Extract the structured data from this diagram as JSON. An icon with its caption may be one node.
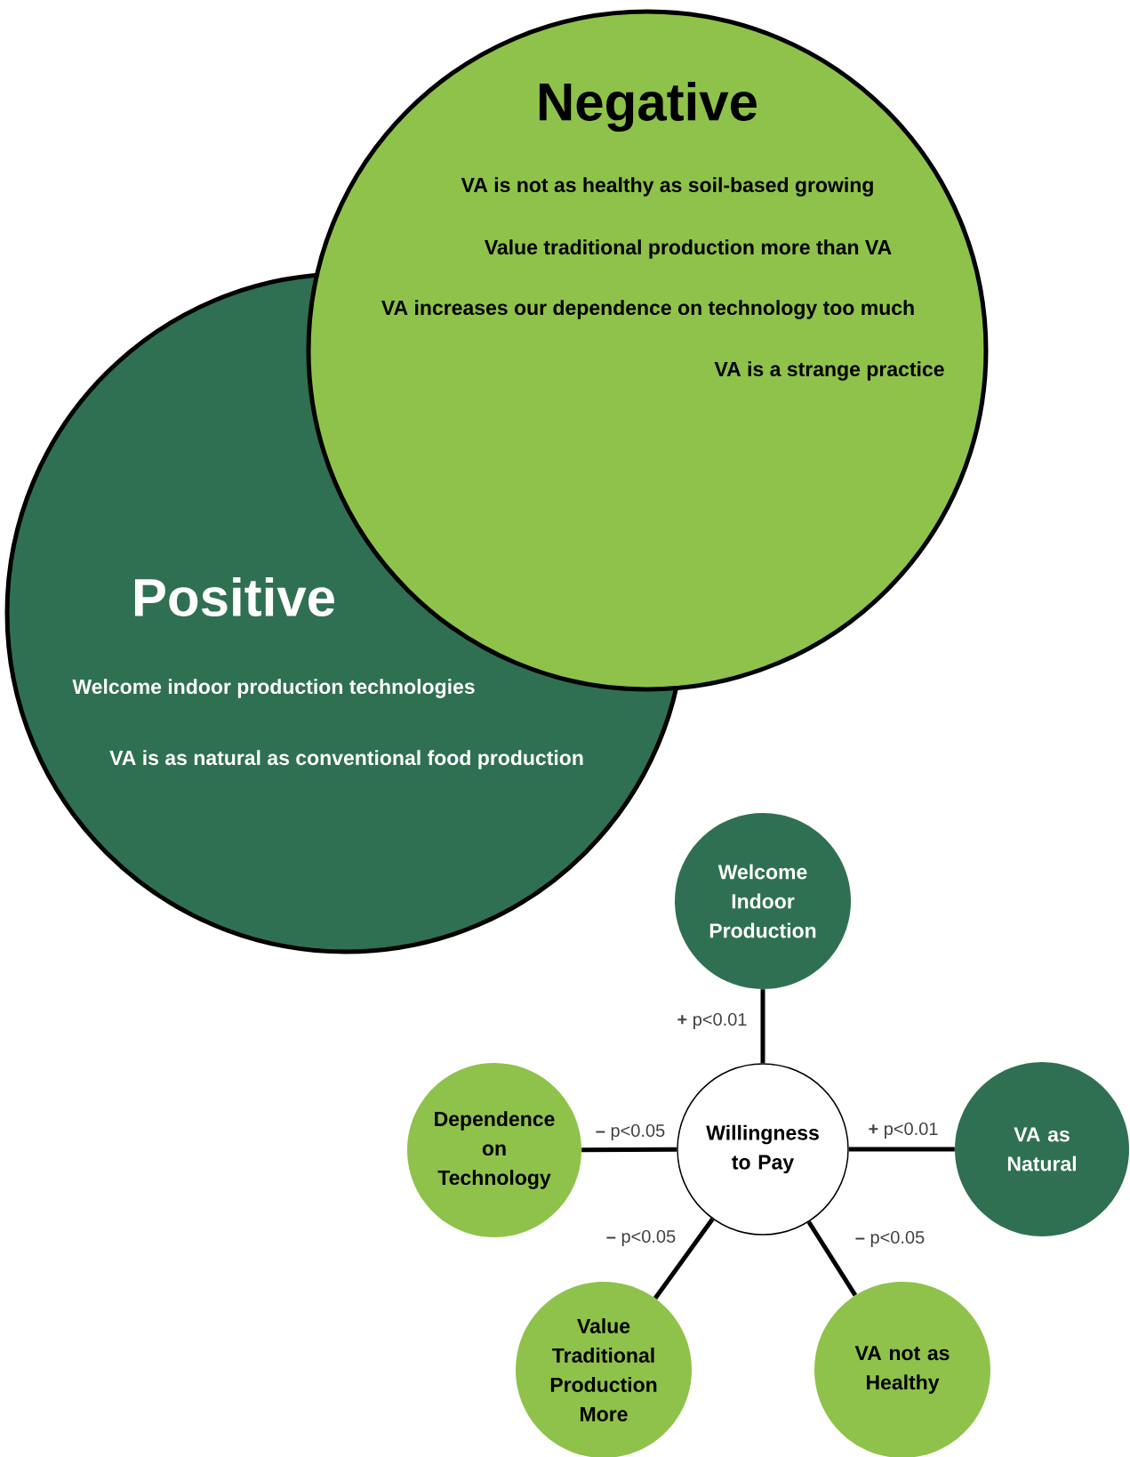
{
  "diagram": {
    "nodes": [
      {
        "text": [
          "Negative",
          "VA is not as healthy as soil-based growing",
          "Value traditional production more than VA",
          "VA increases our dependence on technology too much",
          "VA is a strange practice"
        ]
      },
      {
        "text": [
          "Positive",
          "Welcome indoor production technologies",
          "VA is as natural as conventional food production"
        ]
      },
      {
        "text": [
          "Welcome Indoor Production"
        ]
      },
      {
        "text": [
          "Dependence on Technology"
        ]
      },
      {
        "text": [
          "Willingness to Pay"
        ]
      },
      {
        "text": [
          "VA as Natural"
        ]
      },
      {
        "text": [
          "Value Traditional Production More"
        ]
      },
      {
        "text": [
          "VA not as Healthy"
        ]
      }
    ],
    "edges": [
      {
        "from": 4,
        "to": 2,
        "arrow": "none",
        "label": "**+** p<0.01"
      },
      {
        "from": 4,
        "to": 3,
        "arrow": "none",
        "label": "**–** p<0.05"
      },
      {
        "from": 4,
        "to": 5,
        "arrow": "none",
        "label": "**+** p<0.01"
      },
      {
        "from": 4,
        "to": 6,
        "arrow": "none",
        "label": "**–** p<0.05"
      },
      {
        "from": 4,
        "to": 7,
        "arrow": "none",
        "label": "**–** p<0.05"
      }
    ]
  }
}
